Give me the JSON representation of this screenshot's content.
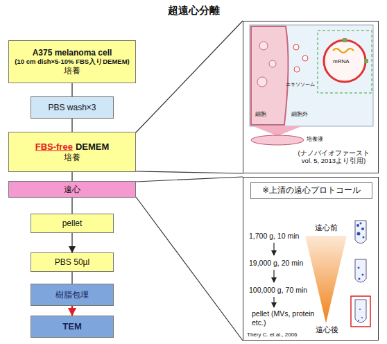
{
  "diagram": {
    "title": "超遠心分離",
    "nodes": [
      {
        "text": [
          "A375 melanoma cell",
          "(10 cm dish×5-10% FBS入りDEMEM)",
          "培養"
        ]
      },
      {
        "text": [
          "PBS wash×3"
        ]
      },
      {
        "text": [
          "FBS-free",
          "DEMEM",
          "培養"
        ]
      },
      {
        "text": [
          "遠心"
        ]
      },
      {
        "text": [
          "pellet"
        ]
      },
      {
        "text": [
          "PBS 50µl"
        ]
      },
      {
        "text": [
          "樹脂包埋"
        ]
      },
      {
        "text": [
          "TEM"
        ]
      },
      {
        "text": [
          "(ナノバイオファースト vol. 5, 2013より引用)"
        ]
      },
      {
        "text": [
          "1,700 g, 10 min",
          "19,000 g, 20 min",
          "100,000 g, 70 min",
          "pellet (MVs, protein etc.)",
          "遠心前",
          "遠心後",
          "Théry C. et al., 2006"
        ]
      },
      {
        "text": [
          "※上清の遠心プロトコール"
        ],
        "in": 9
      }
    ],
    "edges": [
      {
        "from": 0,
        "to": 1,
        "arrow": "none"
      },
      {
        "from": 1,
        "to": 2,
        "arrow": "none"
      },
      {
        "from": 2,
        "to": 3,
        "arrow": "none"
      },
      {
        "from": 3,
        "to": 4,
        "arrow": "none"
      },
      {
        "from": 4,
        "to": 5,
        "arrow": "to"
      },
      {
        "from": 5,
        "to": 6,
        "arrow": "none"
      },
      {
        "from": 6,
        "to": 7,
        "arrow": "to"
      },
      {
        "from": 2,
        "to": 8,
        "arrow": "none"
      },
      {
        "from": 3,
        "to": 9,
        "arrow": "none"
      }
    ],
    "labels": [
      "細胞",
      "細胞外",
      "エキソソーム",
      "mRNA",
      "培養液"
    ]
  }
}
